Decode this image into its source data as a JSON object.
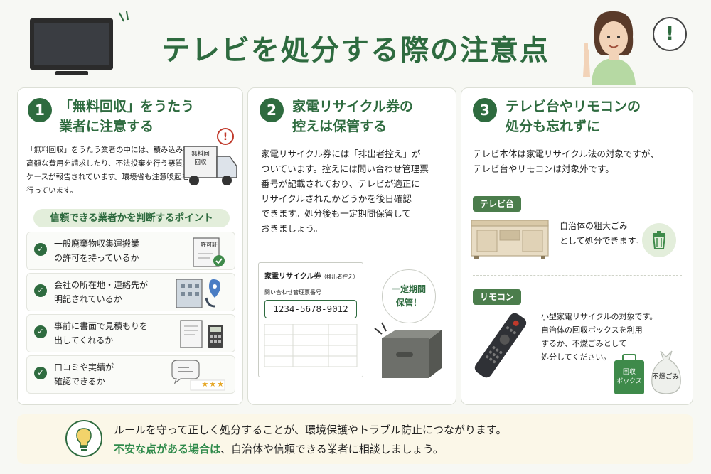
{
  "title": "テレビを処分する際の注意点",
  "header": {
    "exclamation": "!"
  },
  "colors": {
    "primary": "#2e6b3f",
    "accent": "#4b7d4c",
    "footer_bg": "#fbf7e8"
  },
  "cards": [
    {
      "number": "1",
      "title_line1": "「無料回収」をうたう",
      "title_line2": "業者に注意する",
      "body": [
        "「無料回収」をうたう業者の中には、積み込み後に",
        "高額な費用を請求したり、不法投棄を行う悪質な",
        "ケースが報告されています。環境省も注意喚起を",
        "行っています。"
      ],
      "truck_label_line1": "無料回",
      "truck_label_line2": "回収",
      "points_header": "信頼できる業者かを判断するポイント",
      "points": [
        {
          "line1": "一般廃棄物収集運搬業",
          "line2": "の許可を持っているか",
          "icon": "permit-icon",
          "icon_text": "許可証"
        },
        {
          "line1": "会社の所在地・連絡先が",
          "line2": "明記されているか",
          "icon": "building-icon"
        },
        {
          "line1": "事前に書面で見積もりを",
          "line2": "出してくれるか",
          "icon": "estimate-icon"
        },
        {
          "line1": "口コミや実績が",
          "line2": "確認できるか",
          "icon": "review-icon",
          "icon_text": "★★★"
        }
      ]
    },
    {
      "number": "2",
      "title_line1": "家電リサイクル券の",
      "title_line2": "控えは保管する",
      "body": [
        "家電リサイクル券には「排出者控え」が",
        "ついています。控えには問い合わせ管理票",
        "番号が記載されており、テレビが適正に",
        "リサイクルされたかどうかを後日確認",
        "できます。処分後も一定期間保管して",
        "おきましょう。"
      ],
      "ticket_title": "家電リサイクル券",
      "ticket_subtitle": "（排出者控え）",
      "ticket_label": "問い合わせ管理票番号",
      "ticket_number": "1234-5678-9012",
      "keep_line1": "一定期間",
      "keep_line2": "保管！"
    },
    {
      "number": "3",
      "title_line1": "テレビ台やリモコンの",
      "title_line2": "処分も忘れずに",
      "body": [
        "テレビ本体は家電リサイクル法の対象ですが、",
        "テレビ台やリモコンは対象外です。"
      ],
      "stand_tag": "テレビ台",
      "stand_text": [
        "自治体の粗大ごみ",
        "として処分できます。"
      ],
      "remote_tag": "リモコン",
      "remote_text": [
        "小型家電リサイクルの対象です。",
        "自治体の回収ボックスを利用",
        "するか、不燃ごみとして",
        "処分してください。"
      ],
      "box_line1": "回収",
      "box_line2": "ボックス",
      "bag_label": "不燃ごみ"
    }
  ],
  "footer": {
    "line1": "ルールを守って正しく処分することが、環境保護やトラブル防止につながります。",
    "line2_highlight": "不安な点がある場合は",
    "line2_rest": "、自治体や信頼できる業者に相談しましょう。"
  }
}
